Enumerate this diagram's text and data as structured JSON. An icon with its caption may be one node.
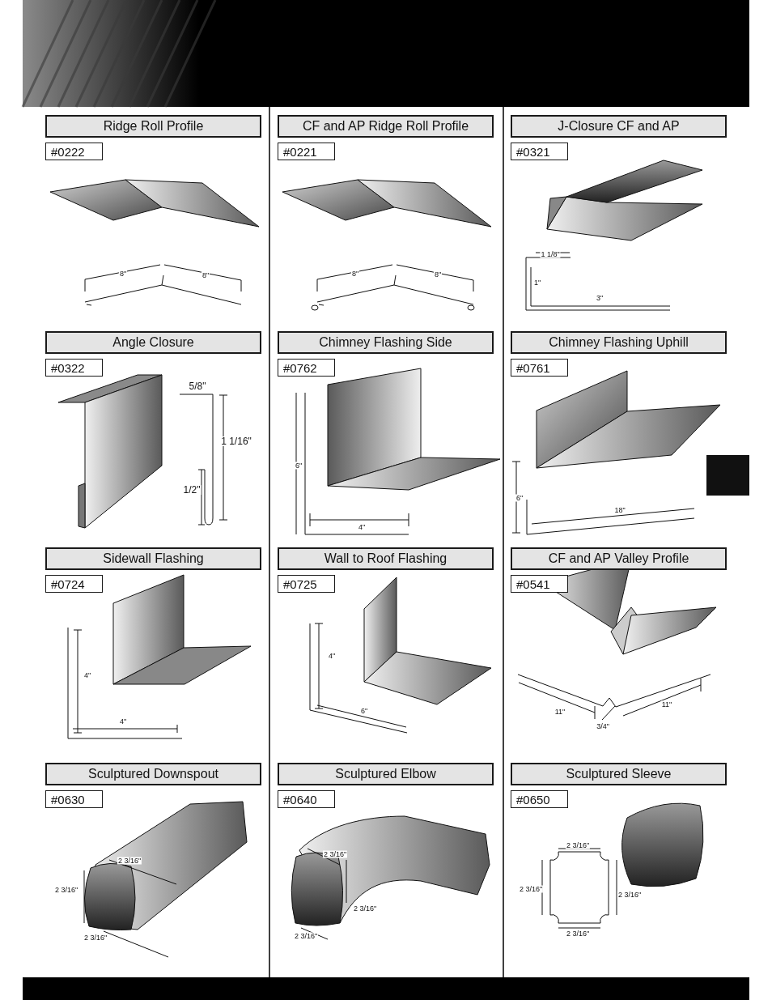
{
  "diagram": {
    "nodes": [
      {
        "text": [
          "Ridge Roll Profile"
        ]
      },
      {
        "text": [
          "#0222"
        ]
      },
      {
        "text": [
          "CF and AP Ridge Roll Profile"
        ]
      },
      {
        "text": [
          "#0221"
        ]
      },
      {
        "text": [
          "J-Closure CF and AP"
        ]
      },
      {
        "text": [
          "#0321"
        ]
      },
      {
        "text": [
          "Angle Closure"
        ]
      },
      {
        "text": [
          "#0322"
        ]
      },
      {
        "text": [
          "Chimney Flashing Side"
        ]
      },
      {
        "text": [
          "#0762"
        ]
      },
      {
        "text": [
          "Chimney Flashing Uphill"
        ]
      },
      {
        "text": [
          "#0761"
        ]
      },
      {
        "text": [
          "Sidewall Flashing"
        ]
      },
      {
        "text": [
          "#0724"
        ]
      },
      {
        "text": [
          "Wall to Roof Flashing"
        ]
      },
      {
        "text": [
          "#0725"
        ]
      },
      {
        "text": [
          "CF and AP Valley Profile"
        ]
      },
      {
        "text": [
          "#0541"
        ]
      },
      {
        "text": [
          "Sculptured Downspout"
        ]
      },
      {
        "text": [
          "#0630"
        ]
      },
      {
        "text": [
          "Sculptured Elbow"
        ]
      },
      {
        "text": [
          "#0640"
        ]
      },
      {
        "text": [
          "Sculptured Sleeve"
        ]
      },
      {
        "text": [
          "#0650"
        ]
      }
    ],
    "labels": [
      "8\"",
      "8\"",
      "8\"",
      "8\"",
      "1 1/8\"",
      "1\"",
      "3\"",
      "5/8\"",
      "1 1/16\"",
      "1/2\"",
      "6\"",
      "4\"",
      "6\"",
      "18\"",
      "4\"",
      "4\"",
      "4\"",
      "6\"",
      "11\"",
      "11\"",
      "3/4\"",
      "2 3/16\"",
      "2 3/16\"",
      "2 3/16\"",
      "2 3/16\"",
      "2 3/16\"",
      "2 3/16\"",
      "2 3/16\"",
      "2 3/16\"",
      "2 3/16\"",
      "2 3/16\""
    ]
  }
}
